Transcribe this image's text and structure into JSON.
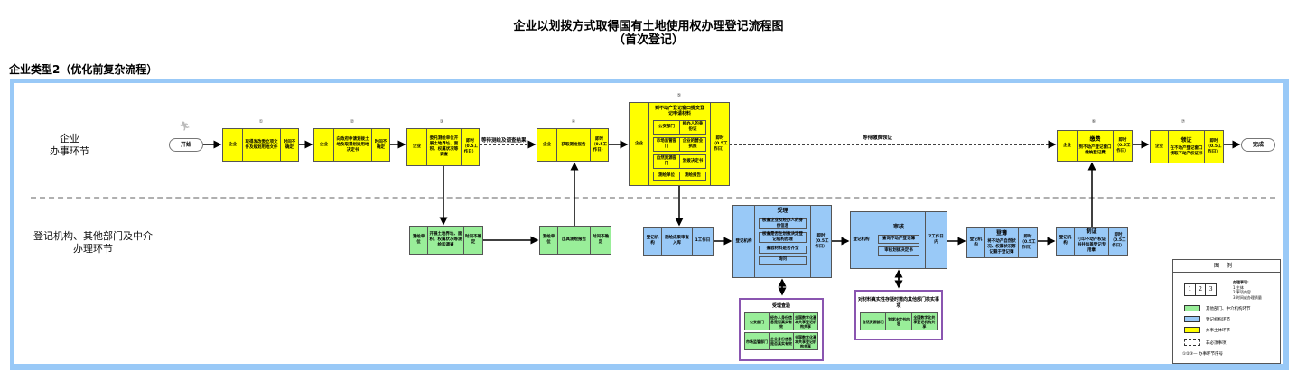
{
  "title": {
    "line1": "企业以划拨方式取得国有土地使用权办理登记流程图",
    "line2": "（首次登记）"
  },
  "subtitle": "企业类型2（优化前复杂流程）",
  "lanes": {
    "enterprise": [
      "企业",
      "办事环节"
    ],
    "agency": [
      "登记机构、其他部门及中介",
      "办理环节"
    ]
  },
  "terminals": {
    "start": "开始",
    "end": "完成"
  },
  "steps": [
    {
      "num": "①",
      "actor": "企业",
      "content": "取得发改委立项文件及规划用地文件",
      "time": "时间不确定"
    },
    {
      "num": "②",
      "actor": "企业",
      "content": "向政府申请划拨土地及取得划拨用地决定书",
      "time": "时间不确定"
    },
    {
      "num": "③",
      "actor": "企业",
      "content": "委托测绘单位开展土地界址、面积、权属状况等调查",
      "time": "即时（0.5工作日）"
    },
    {
      "num": "④",
      "actor": "企业",
      "content": "获取测绘报告",
      "time": "即时（0.5工作日）"
    },
    {
      "num": "⑤",
      "actor": "企业",
      "content": "到不动产登记窗口提交登记申请材料",
      "materials": [
        [
          "公安部门",
          "经办人的身份证"
        ],
        [
          "市场监管部门",
          "企业的营业执照"
        ],
        [
          "自然资源部门",
          "划拨决定书"
        ],
        [
          "测绘单位",
          "测绘报告"
        ]
      ],
      "time": "即时（0.5工作日）"
    },
    {
      "num": "⑥",
      "actor": "企业",
      "head": "缴费",
      "content": "到不动产登记窗口缴纳登记费",
      "time": "即时（0.5工作日）"
    },
    {
      "num": "⑦",
      "actor": "企业",
      "head": "领证",
      "content": "在不动产登记窗口领取不动产权证书",
      "time": "即时（0.5工作日）"
    }
  ],
  "wait_labels": {
    "survey": "等待测绘及调查结果",
    "certificate": "等待缴费领证"
  },
  "agency_steps": {
    "survey1": {
      "actor": "测绘单位",
      "content": "开展土地界址、面积、权属状况等测绘和调查",
      "time": "时间不确定"
    },
    "survey2": {
      "actor": "测绘单位",
      "content": "出具测绘报告",
      "time": "时间不确定"
    },
    "intake": {
      "actor": "登记机构",
      "content": "测绘成果审查入库",
      "time": "1工作日"
    },
    "accept": {
      "actor": "登记机构",
      "head": "受理",
      "items": [
        "核查企业及经办人的身份信息",
        "核查是否在划拨决定登记机构办理",
        "查验材料是否齐全",
        "询问"
      ],
      "time": "即时（0.5工作日）"
    },
    "review": {
      "actor": "登记机构",
      "head": "审核",
      "items": [
        "查询不动产登记簿",
        "审核划拨决定书"
      ],
      "time": "7工作日内"
    },
    "register": {
      "actor": "登记机构",
      "head": "登簿",
      "content": "将不动产自然状况、权属状况等记载于登记簿",
      "time": "即时（0.5工作日）"
    },
    "issue": {
      "actor": "登记机构",
      "head": "制证",
      "content": "打印不动产权证书并加盖登记专用章",
      "time": "即时（0.5工作日）"
    }
  },
  "verify_box": {
    "title": "受理查验",
    "rows": [
      [
        "公安部门",
        "经办人身份信息是否真实有效",
        "全国数字化基本共享登记机构共享"
      ],
      [
        "市场监管部门",
        "企业身份信息是否真实有效",
        "全国数字化基本共享登记机构共享"
      ]
    ]
  },
  "inquiry_box": {
    "title": "对材料真实性存疑时需向其他部门核实事项",
    "rows": [
      [
        "自然资源部门",
        "划拨决定书内容",
        "全国数字化共享登记机构共享"
      ]
    ]
  },
  "legend": {
    "title": "图例",
    "nums": [
      "1",
      "2",
      "3"
    ],
    "notes_title": "办理事项:",
    "notes": [
      "1 主体",
      "2 事项内容",
      "3 时间或办理质量"
    ],
    "items": [
      {
        "label": "其他部门、中介机构环节",
        "color": "#99ee99"
      },
      {
        "label": "登记机构环节",
        "color": "#99c9f7"
      },
      {
        "label": "办事主体环节",
        "color": "#ffff00"
      }
    ],
    "dashed": "非必须事项",
    "stepnum": "①②③—  办事环节序号"
  },
  "colors": {
    "enterprise": "#ffff00",
    "intermediary": "#99ee99",
    "registry": "#99c9f7",
    "frame": "#99c9f7",
    "verify_border": "#8a55b0"
  }
}
